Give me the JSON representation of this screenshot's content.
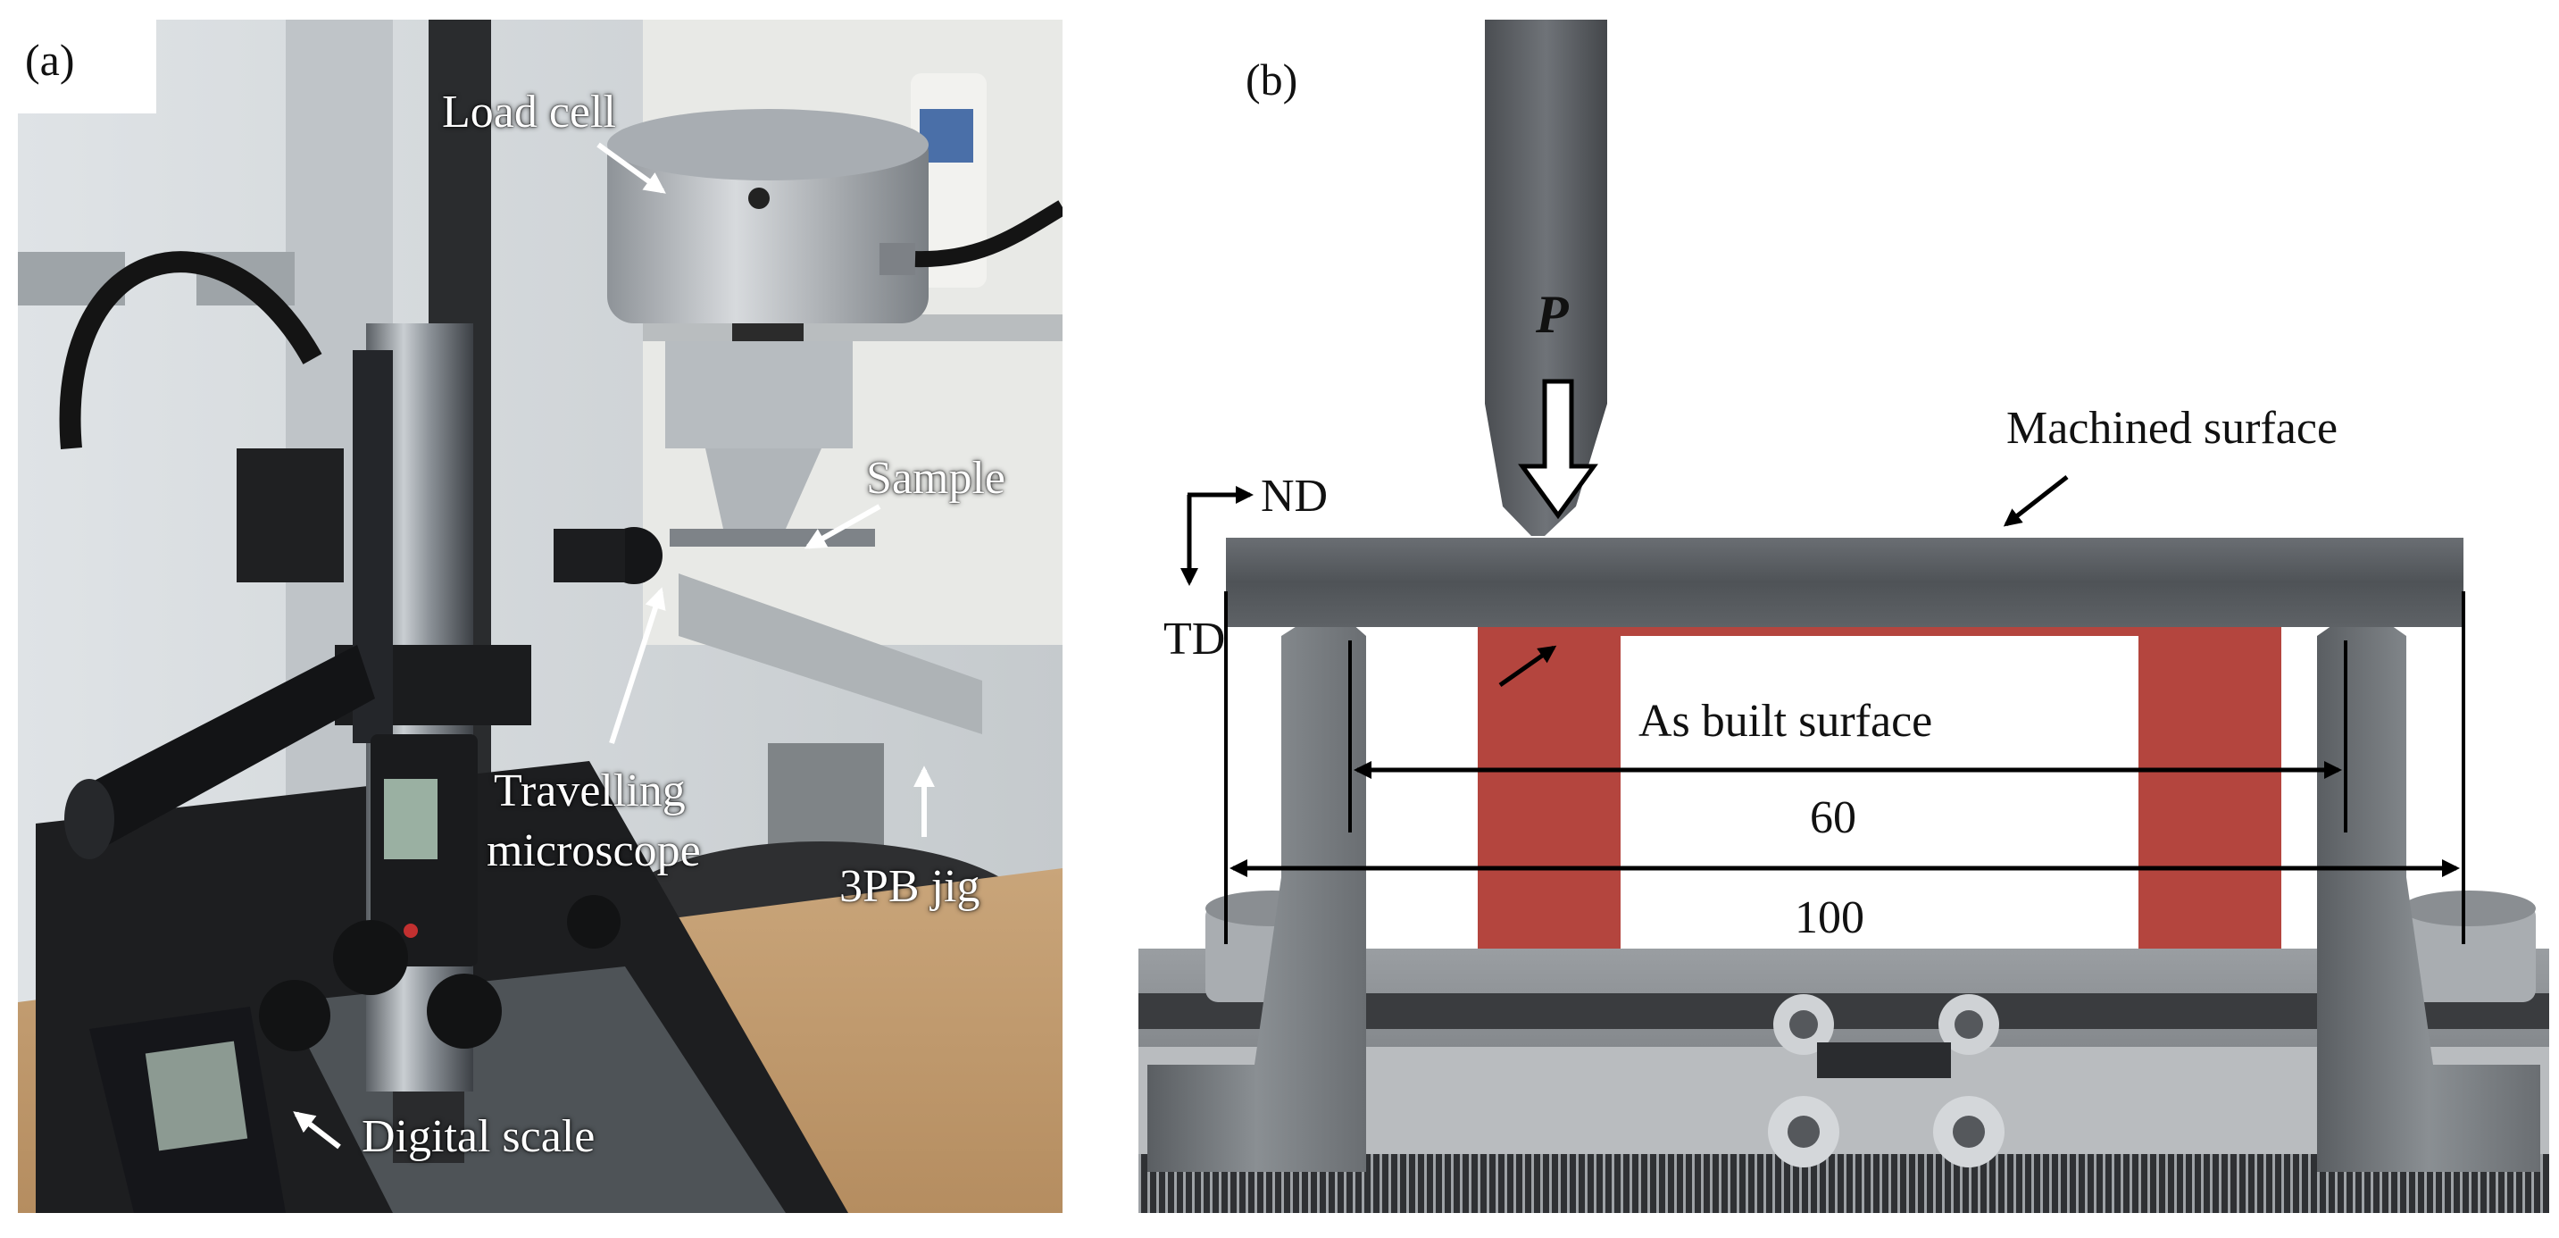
{
  "panel_a": {
    "tag": "(a)",
    "labels": {
      "load_cell": "Load cell",
      "sample": "Sample",
      "travelling_1": "Travelling",
      "travelling_2": "microscope",
      "jig": "3PB jig",
      "digital_scale": "Digital scale"
    }
  },
  "panel_b": {
    "tag": "(b)",
    "labels": {
      "load": "P",
      "nd": "ND",
      "td": "TD",
      "machined": "Machined surface",
      "as_built": "As built surface",
      "span_inner": "60",
      "span_outer": "100"
    }
  }
}
